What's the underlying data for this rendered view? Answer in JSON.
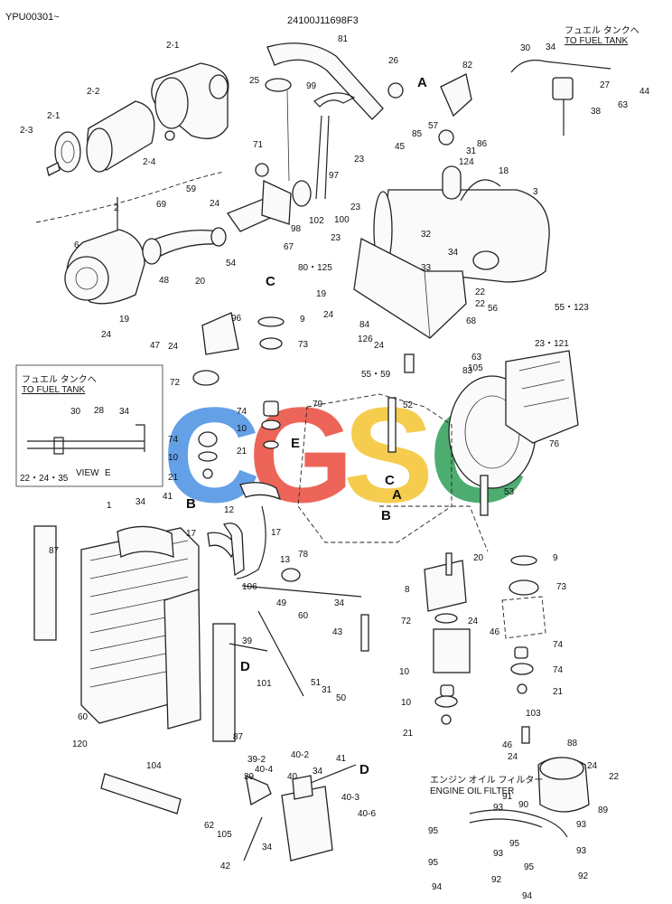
{
  "header": {
    "doc_code": "YPU00301~",
    "drawing_number": "24100J11698F3"
  },
  "notes": {
    "fuel_tank_top_jp": "フュエル タンクへ",
    "fuel_tank_top_en": "TO FUEL TANK",
    "fuel_tank_inset_jp": "フュエル タンクへ",
    "fuel_tank_inset_en": "TO FUEL TANK",
    "view_label": "VIEW",
    "view_letter": "E",
    "engine_oil_filter_jp": "エンジン オイル フィルター",
    "engine_oil_filter_en": "ENGINE OIL FILTER"
  },
  "watermark": {
    "letters": [
      "C",
      "G",
      "S",
      "C"
    ],
    "colors": [
      "#4a90e2",
      "#e94b3c",
      "#f5c431",
      "#2e9e57"
    ]
  },
  "callouts": [
    {
      "t": "2-1"
    },
    {
      "t": "2-2"
    },
    {
      "t": "2-1"
    },
    {
      "t": "2-3"
    },
    {
      "t": "2-4"
    },
    {
      "t": "81"
    },
    {
      "t": "25"
    },
    {
      "t": "26"
    },
    {
      "t": "A"
    },
    {
      "t": "82"
    },
    {
      "t": "30"
    },
    {
      "t": "34"
    },
    {
      "t": "27"
    },
    {
      "t": "44"
    },
    {
      "t": "63"
    },
    {
      "t": "38"
    },
    {
      "t": "99"
    },
    {
      "t": "85"
    },
    {
      "t": "57"
    },
    {
      "t": "31"
    },
    {
      "t": "86"
    },
    {
      "t": "124"
    },
    {
      "t": "45"
    },
    {
      "t": "23"
    },
    {
      "t": "71"
    },
    {
      "t": "97"
    },
    {
      "t": "18"
    },
    {
      "t": "3"
    },
    {
      "t": "59"
    },
    {
      "t": "24"
    },
    {
      "t": "2"
    },
    {
      "t": "69"
    },
    {
      "t": "98"
    },
    {
      "t": "102"
    },
    {
      "t": "100"
    },
    {
      "t": "23"
    },
    {
      "t": "67"
    },
    {
      "t": "6"
    },
    {
      "t": "48"
    },
    {
      "t": "54"
    },
    {
      "t": "23"
    },
    {
      "t": "32"
    },
    {
      "t": "34"
    },
    {
      "t": "80・125"
    },
    {
      "t": "33"
    },
    {
      "t": "20"
    },
    {
      "t": "C"
    },
    {
      "t": "19"
    },
    {
      "t": "22"
    },
    {
      "t": "22"
    },
    {
      "t": "56"
    },
    {
      "t": "55・123"
    },
    {
      "t": "96"
    },
    {
      "t": "9"
    },
    {
      "t": "24"
    },
    {
      "t": "84"
    },
    {
      "t": "126"
    },
    {
      "t": "68"
    },
    {
      "t": "24"
    },
    {
      "t": "19"
    },
    {
      "t": "47"
    },
    {
      "t": "24"
    },
    {
      "t": "73"
    },
    {
      "t": "24"
    },
    {
      "t": "23・121"
    },
    {
      "t": "63"
    },
    {
      "t": "105"
    },
    {
      "t": "83"
    },
    {
      "t": "55・59"
    },
    {
      "t": "72"
    },
    {
      "t": "52"
    },
    {
      "t": "74"
    },
    {
      "t": "79"
    },
    {
      "t": "30"
    },
    {
      "t": "28"
    },
    {
      "t": "34"
    },
    {
      "t": "10"
    },
    {
      "t": "74"
    },
    {
      "t": "21"
    },
    {
      "t": "E"
    },
    {
      "t": "76"
    },
    {
      "t": "10"
    },
    {
      "t": "21"
    },
    {
      "t": "22・24・35"
    },
    {
      "t": "C"
    },
    {
      "t": "A"
    },
    {
      "t": "53"
    },
    {
      "t": "34"
    },
    {
      "t": "41"
    },
    {
      "t": "B"
    },
    {
      "t": "12"
    },
    {
      "t": "17"
    },
    {
      "t": "B"
    },
    {
      "t": "1"
    },
    {
      "t": "17"
    },
    {
      "t": "13"
    },
    {
      "t": "20"
    },
    {
      "t": "9"
    },
    {
      "t": "87"
    },
    {
      "t": "78"
    },
    {
      "t": "8"
    },
    {
      "t": "73"
    },
    {
      "t": "106"
    },
    {
      "t": "49"
    },
    {
      "t": "34"
    },
    {
      "t": "60"
    },
    {
      "t": "72"
    },
    {
      "t": "24"
    },
    {
      "t": "46"
    },
    {
      "t": "43"
    },
    {
      "t": "39"
    },
    {
      "t": "74"
    },
    {
      "t": "D"
    },
    {
      "t": "101"
    },
    {
      "t": "10"
    },
    {
      "t": "51"
    },
    {
      "t": "74"
    },
    {
      "t": "31"
    },
    {
      "t": "50"
    },
    {
      "t": "21"
    },
    {
      "t": "10"
    },
    {
      "t": "60"
    },
    {
      "t": "21"
    },
    {
      "t": "87"
    },
    {
      "t": "103"
    },
    {
      "t": "120"
    },
    {
      "t": "46"
    },
    {
      "t": "24"
    },
    {
      "t": "88"
    },
    {
      "t": "39-2"
    },
    {
      "t": "40-2"
    },
    {
      "t": "41"
    },
    {
      "t": "104"
    },
    {
      "t": "40-4"
    },
    {
      "t": "D"
    },
    {
      "t": "39"
    },
    {
      "t": "40"
    },
    {
      "t": "34"
    },
    {
      "t": "24"
    },
    {
      "t": "22"
    },
    {
      "t": "40-3"
    },
    {
      "t": "89"
    },
    {
      "t": "62"
    },
    {
      "t": "105"
    },
    {
      "t": "40-6"
    },
    {
      "t": "93"
    },
    {
      "t": "91"
    },
    {
      "t": "90"
    },
    {
      "t": "95"
    },
    {
      "t": "93"
    },
    {
      "t": "34"
    },
    {
      "t": "42"
    },
    {
      "t": "95"
    },
    {
      "t": "93"
    },
    {
      "t": "95"
    },
    {
      "t": "93"
    },
    {
      "t": "95"
    },
    {
      "t": "94"
    },
    {
      "t": "92"
    },
    {
      "t": "94"
    },
    {
      "t": "92"
    }
  ]
}
